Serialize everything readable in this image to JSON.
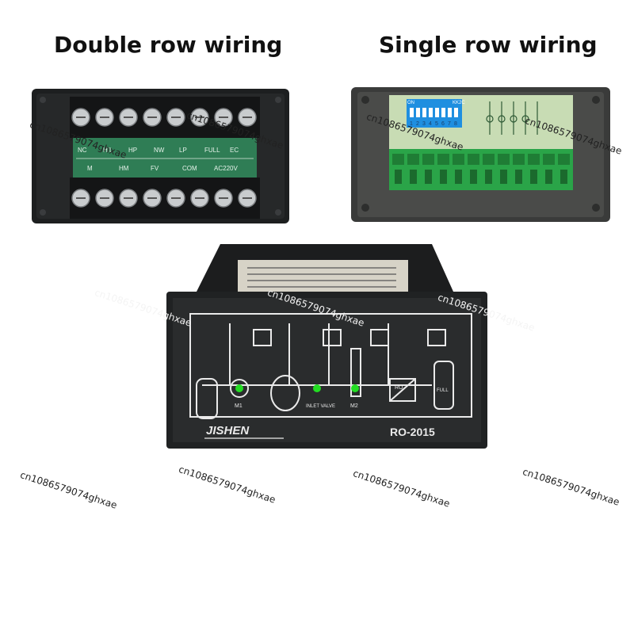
{
  "headings": {
    "double_row": "Double row wiring",
    "single_row": "Single row wiring"
  },
  "double_row_panel": {
    "top_labels": [
      "NC",
      "H/L",
      "HP",
      "NW",
      "LP",
      "FULL",
      "EC"
    ],
    "bottom_labels": [
      "M",
      "HM",
      "FV",
      "COM",
      "AC220V"
    ],
    "screw_count": 8
  },
  "single_row_panel": {
    "dip_switch": {
      "on_label": "ON",
      "code_label": "KK2C",
      "numbers": [
        "1",
        "2",
        "3",
        "4",
        "5",
        "6",
        "7",
        "8"
      ]
    },
    "terminal_count": 12
  },
  "controller": {
    "brand": "JISHEN",
    "model": "RO-2015",
    "labels": {
      "m1": "M1",
      "inlet_valve": "INLET VALVE",
      "m2": "M2",
      "ro": "RO",
      "full": "FULL"
    },
    "led_color": "#22dd22"
  },
  "watermark": "cn1086579074ghxae",
  "colors": {
    "panel_dark": "#1f2122",
    "pcb_green": "#2f7d55",
    "terminal_green": "#33b24a",
    "screw_metal": "#c9ccce"
  }
}
